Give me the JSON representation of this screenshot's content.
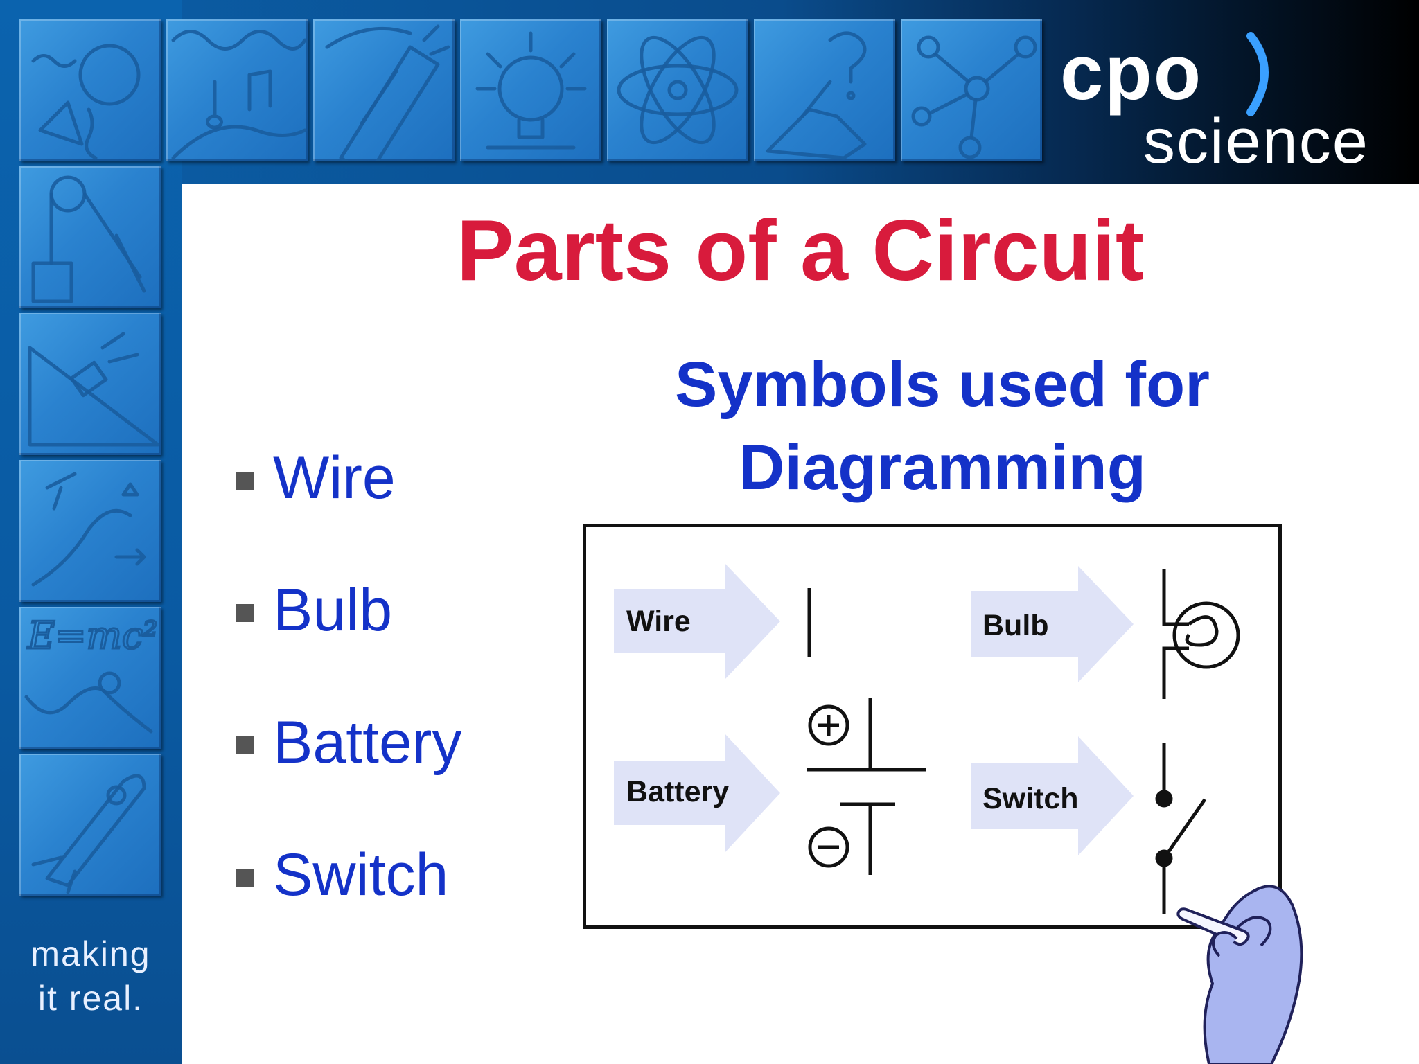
{
  "logo": {
    "brand": "cpo",
    "sub": "science"
  },
  "tagline": {
    "line1": "making",
    "line2": "it real."
  },
  "title": "Parts of a Circuit",
  "bullets": [
    "Wire",
    "Bulb",
    "Battery",
    "Switch"
  ],
  "diagram": {
    "heading_line1": "Symbols used for",
    "heading_line2": "Diagramming",
    "symbols": [
      {
        "label": "Wire",
        "symbol": "wire-symbol"
      },
      {
        "label": "Bulb",
        "symbol": "bulb-symbol"
      },
      {
        "label": "Battery",
        "symbol": "battery-symbol"
      },
      {
        "label": "Switch",
        "symbol": "switch-symbol"
      }
    ]
  },
  "colors": {
    "title": "#d81b3c",
    "text_blue": "#1432c8",
    "frame_blue": "#0b5fa8",
    "arrow_fill": "#dfe3f7",
    "hand_fill": "#a9b5f0"
  }
}
